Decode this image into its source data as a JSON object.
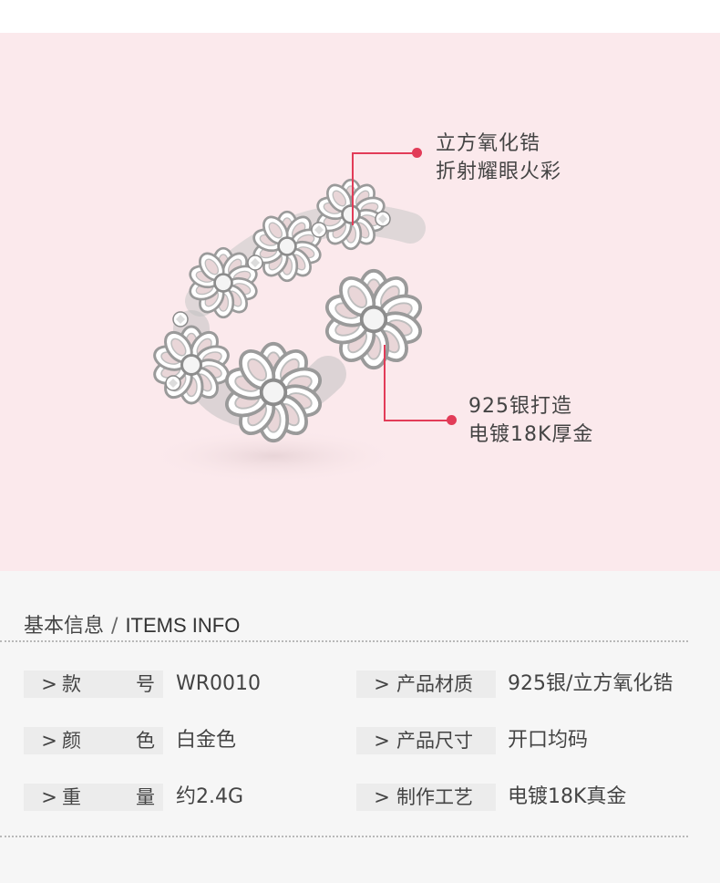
{
  "callouts": [
    {
      "line1": "立方氧化锆",
      "line2": "折射耀眼火彩"
    },
    {
      "line1": "925银打造",
      "line2": "电镀18K厚金"
    }
  ],
  "section": {
    "title_cn": "基本信息",
    "separator": "/",
    "title_en": "ITEMS INFO"
  },
  "specs": {
    "left": [
      {
        "arrow": ">",
        "label_a": "款",
        "label_b": "号",
        "value": "WR0010"
      },
      {
        "arrow": ">",
        "label_a": "颜",
        "label_b": "色",
        "value": "白金色"
      },
      {
        "arrow": ">",
        "label_a": "重",
        "label_b": "量",
        "value": "约2.4G"
      }
    ],
    "right": [
      {
        "arrow": ">",
        "label": "产品材质",
        "value": "925银/立方氧化锆"
      },
      {
        "arrow": ">",
        "label": "产品尺寸",
        "value": "开口均码"
      },
      {
        "arrow": ">",
        "label": "制作工艺",
        "value": "电镀18K真金"
      }
    ]
  },
  "colors": {
    "accent": "#e23c58",
    "hero_bg": "#fbe9ec",
    "info_bg": "#f6f6f6",
    "label_bg": "#ececec"
  },
  "image": {
    "subject": "ring-icon"
  }
}
